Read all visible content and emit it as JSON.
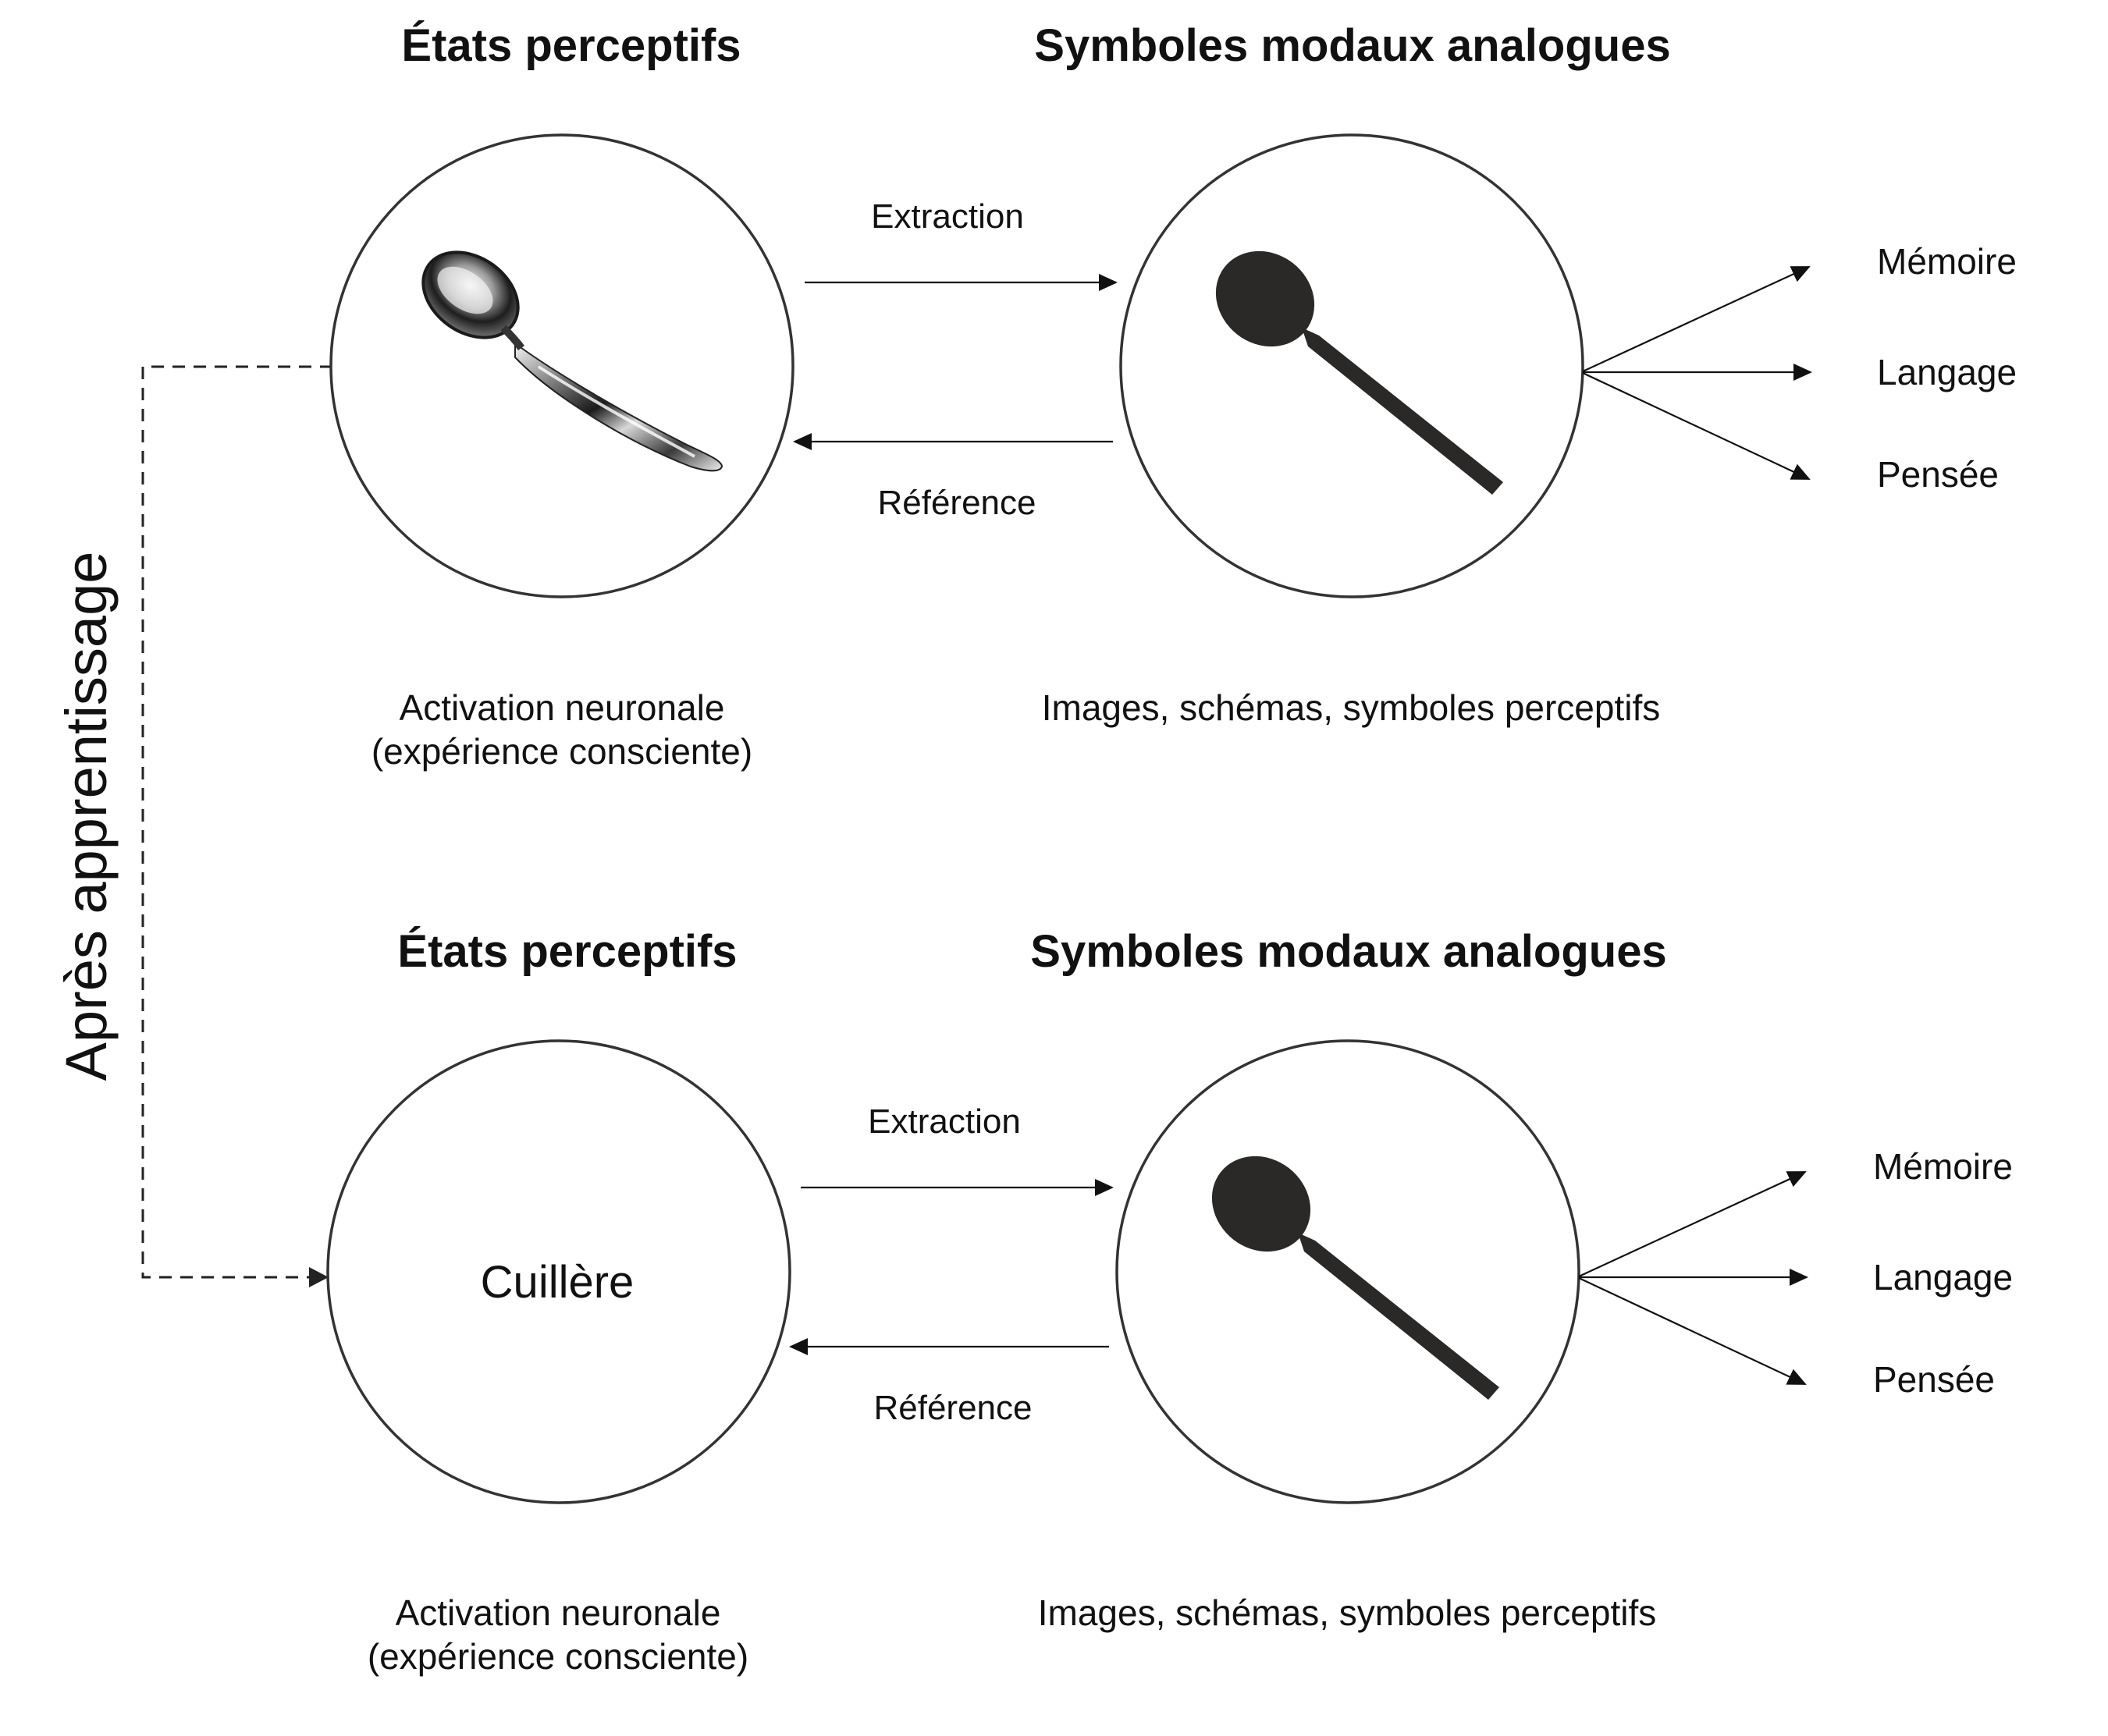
{
  "side_label": "Après apprentissage",
  "top_panel": {
    "left_title": "États perceptifs",
    "right_title": "Symboles modaux analogues",
    "extraction_label": "Extraction",
    "reference_label": "Référence",
    "left_caption_line1": "Activation neuronale",
    "left_caption_line2": "(expérience consciente)",
    "right_caption": "Images, schémas, symboles perceptifs",
    "outputs": [
      "Mémoire",
      "Langage",
      "Pensée"
    ],
    "left_content": "spoon-photo-icon",
    "right_content": "spoon-silhouette-icon"
  },
  "bottom_panel": {
    "left_title": "États perceptifs",
    "right_title": "Symboles modaux analogues",
    "extraction_label": "Extraction",
    "reference_label": "Référence",
    "left_caption_line1": "Activation neuronale",
    "left_caption_line2": "(expérience consciente)",
    "right_caption": "Images, schémas, symboles perceptifs",
    "outputs": [
      "Mémoire",
      "Langage",
      "Pensée"
    ],
    "left_word": "Cuillère",
    "right_content": "spoon-silhouette-icon"
  },
  "colors": {
    "ink": "#111111",
    "circle_stroke": "#333333",
    "silhouette": "#2b2828"
  }
}
